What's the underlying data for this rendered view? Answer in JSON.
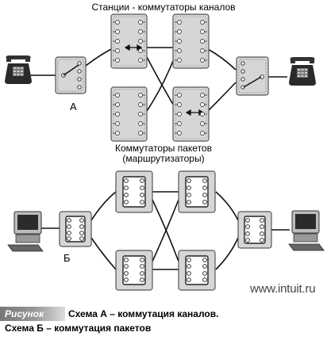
{
  "diagram": {
    "circuit_title": "Станции - коммутаторы каналов",
    "packet_title_line1": "Коммутаторы пакетов",
    "packet_title_line2": "(маршрутизаторы)",
    "label_a": "А",
    "label_b": "Б",
    "watermark": "www.intuit.ru"
  },
  "caption": {
    "badge": "Рисунок",
    "line1": "Схема А – коммутация каналов.",
    "line2": "Схема Б – коммутация пакетов"
  },
  "colors": {
    "node_fill": "#d6d6d6",
    "node_stroke": "#555555",
    "link": "#111111",
    "device": "#333333"
  },
  "icons": [
    "telephone-icon",
    "computer-icon",
    "switch-icon",
    "router-icon"
  ]
}
